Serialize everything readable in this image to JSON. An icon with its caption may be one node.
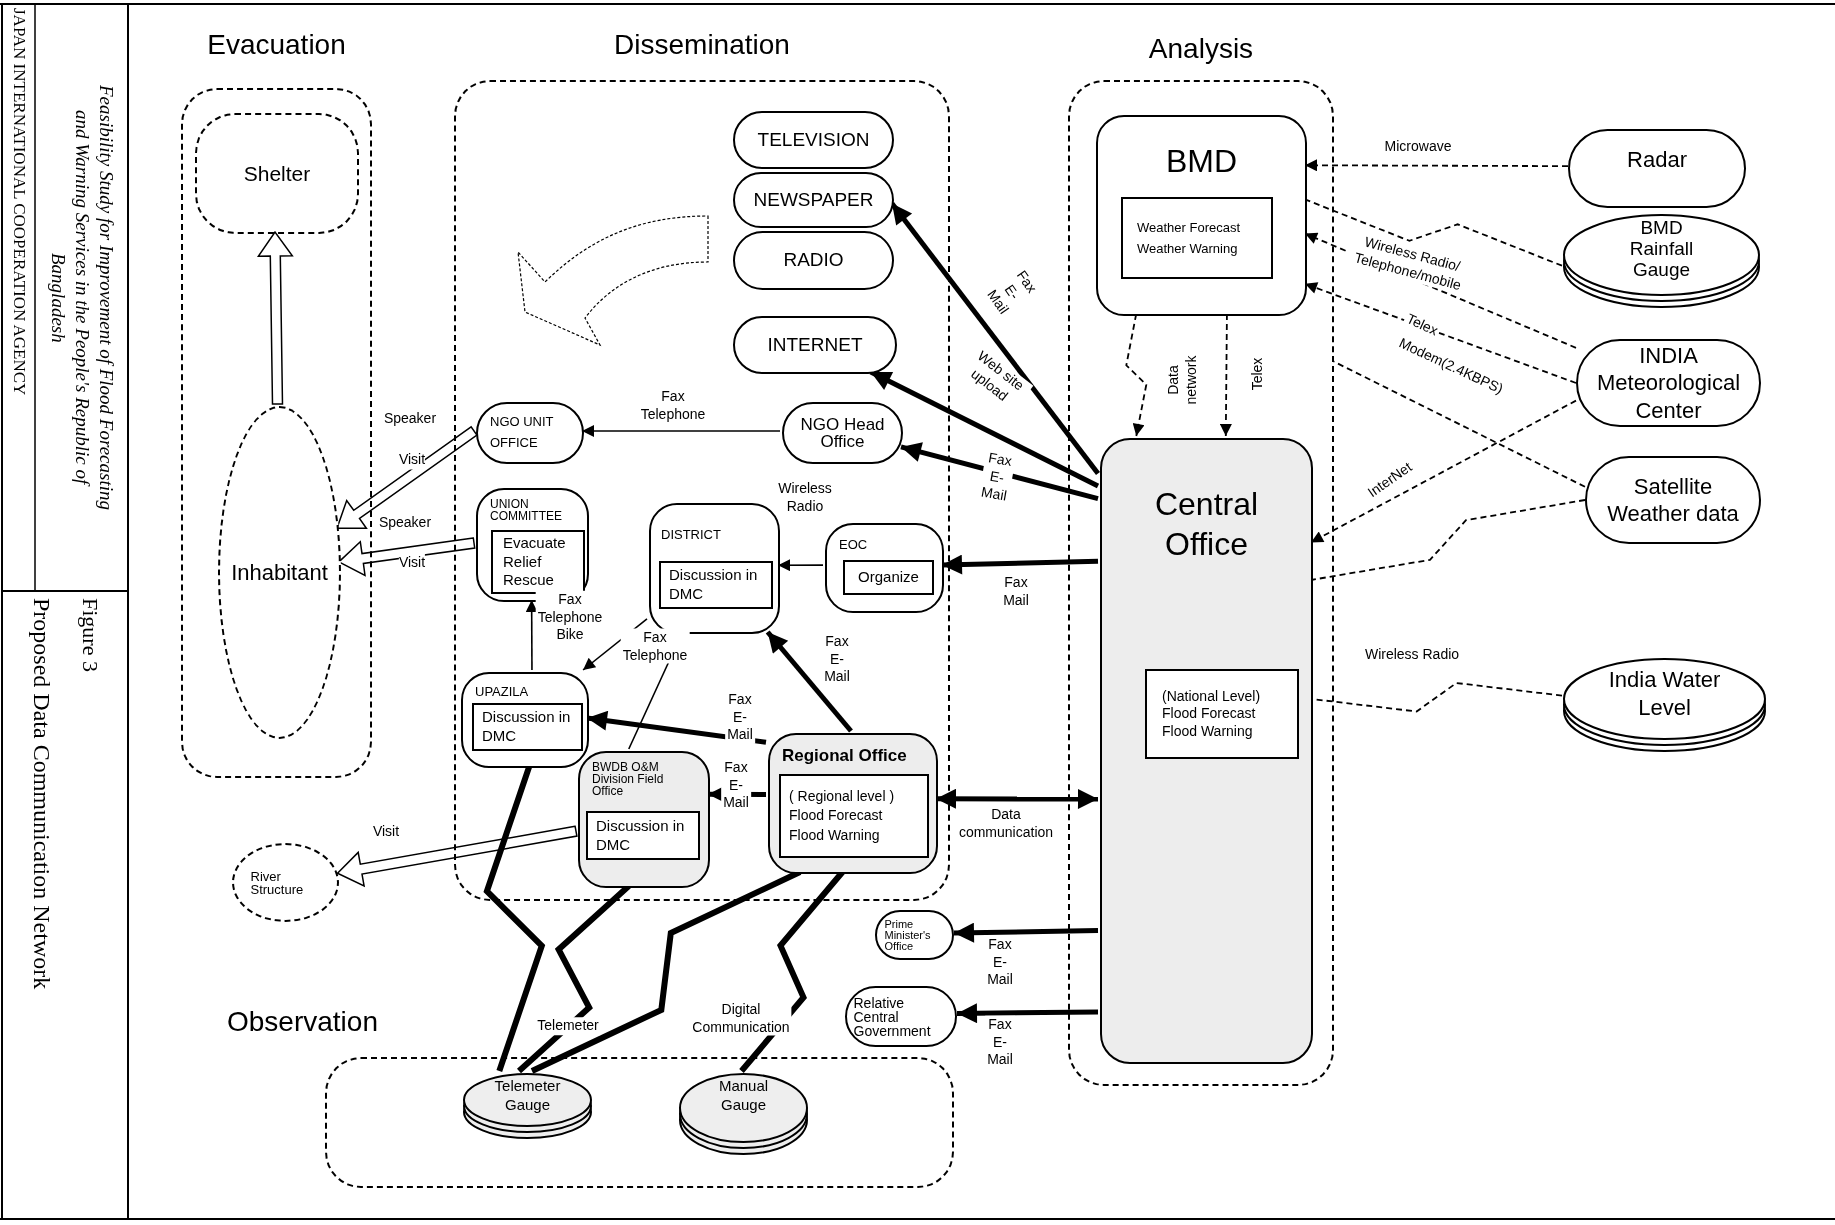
{
  "diagram": {
    "title": "Proposed Data Communication Network",
    "nodes": [
      {
        "text": [
          "Evacuation"
        ]
      },
      {
        "text": [
          "Shelter"
        ],
        "in": 0
      },
      {
        "text": [
          "Inhabitant"
        ],
        "in": 0
      },
      {
        "text": [
          "Dissemination"
        ]
      },
      {
        "text": [
          "TELEVISION"
        ],
        "in": 3
      },
      {
        "text": [
          "NEWSPAPER"
        ],
        "in": 3
      },
      {
        "text": [
          "RADIO"
        ],
        "in": 3
      },
      {
        "text": [
          "INTERNET"
        ],
        "in": 3
      },
      {
        "text": [
          "NGO UNIT OFFICE"
        ],
        "in": 3
      },
      {
        "text": [
          "NGO Head Office"
        ],
        "in": 3
      },
      {
        "text": [
          "UNION COMMITTEE"
        ],
        "in": 3
      },
      {
        "text": [
          "Evacuate Relief Rescue"
        ],
        "in": 10
      },
      {
        "text": [
          "DISTRICT"
        ],
        "in": 3
      },
      {
        "text": [
          "Discussion in DMC"
        ],
        "in": 12
      },
      {
        "text": [
          "EOC"
        ],
        "in": 3
      },
      {
        "text": [
          "Organize"
        ],
        "in": 14
      },
      {
        "text": [
          "UPAZILA"
        ],
        "in": 3
      },
      {
        "text": [
          "Discussion in DMC"
        ],
        "in": 16
      },
      {
        "text": [
          "BWDB O&M Division Field Office"
        ],
        "in": 3
      },
      {
        "text": [
          "Discussion in DMC"
        ],
        "in": 18
      },
      {
        "text": [
          "Regional Office"
        ],
        "in": 3
      },
      {
        "text": [
          "( Regional level ) Flood Forecast Flood Warning"
        ],
        "in": 20
      },
      {
        "text": [
          "Analysis"
        ]
      },
      {
        "text": [
          "BMD"
        ],
        "in": 22
      },
      {
        "text": [
          "Weather Forecast Weather Warning"
        ],
        "in": 23
      },
      {
        "text": [
          "Central Office"
        ],
        "in": 22
      },
      {
        "text": [
          "(National Level) Flood Forecast Flood Warning"
        ],
        "in": 25
      },
      {
        "text": [
          "Radar"
        ]
      },
      {
        "text": [
          "BMD Rainfall Gauge"
        ]
      },
      {
        "text": [
          "INDIA Meteorological Center"
        ]
      },
      {
        "text": [
          "Satellite Weather data"
        ]
      },
      {
        "text": [
          "India Water Level"
        ]
      },
      {
        "text": [
          "Prime Minister's Office"
        ]
      },
      {
        "text": [
          "Relative Central Government"
        ]
      },
      {
        "text": [
          "Observation"
        ]
      },
      {
        "text": [
          "Telemeter Gauge"
        ],
        "in": 34
      },
      {
        "text": [
          "Manual Gauge"
        ],
        "in": 34
      },
      {
        "text": [
          "River Structure"
        ]
      }
    ],
    "edges": [
      {
        "from": 2,
        "to": 1,
        "arrow": "to"
      },
      {
        "from": 8,
        "to": 2,
        "arrow": "to",
        "label": "Speaker"
      },
      {
        "from": 10,
        "to": 2,
        "arrow": "to",
        "label": "Speaker"
      },
      {
        "from": 18,
        "to": 37,
        "arrow": "to",
        "label": "Visit"
      },
      {
        "from": 9,
        "to": 8,
        "arrow": "to",
        "label": "Fax Telephone"
      },
      {
        "from": 25,
        "to": 5,
        "arrow": "to",
        "label": "Fax E-Mail",
        "style": "thick"
      },
      {
        "from": 25,
        "to": 7,
        "arrow": "to",
        "label": "Web site upload",
        "style": "thick"
      },
      {
        "from": 25,
        "to": 9,
        "arrow": "to",
        "label": "Fax E-Mail",
        "style": "thick"
      },
      {
        "from": 25,
        "to": 14,
        "arrow": "to",
        "label": "Fax Mail",
        "style": "thick"
      },
      {
        "from": 14,
        "to": 12,
        "arrow": "to",
        "label": "Wireless Radio"
      },
      {
        "from": 12,
        "to": 16,
        "arrow": "to",
        "label": "Fax Telephone"
      },
      {
        "from": 18,
        "to": 12,
        "arrow": "to"
      },
      {
        "from": 16,
        "to": 10,
        "arrow": "to",
        "label": "Fax Telephone Bike"
      },
      {
        "from": 20,
        "to": 12,
        "arrow": "to",
        "label": "Fax E-Mail",
        "style": "thick"
      },
      {
        "from": 20,
        "to": 16,
        "arrow": "to",
        "label": "Fax E-Mail",
        "style": "thick"
      },
      {
        "from": 20,
        "to": 18,
        "arrow": "to",
        "label": "Fax E-Mail",
        "style": "thick"
      },
      {
        "from": 20,
        "to": 25,
        "arrow": "both",
        "label": "Data communication",
        "style": "thick"
      },
      {
        "from": 25,
        "to": 32,
        "arrow": "to",
        "label": "Fax E-Mail",
        "style": "thick"
      },
      {
        "from": 25,
        "to": 33,
        "arrow": "to",
        "label": "Fax E-Mail",
        "style": "thick"
      },
      {
        "from": 23,
        "to": 25,
        "arrow": "to",
        "label": "Data network",
        "style": "dashed"
      },
      {
        "from": 23,
        "to": 25,
        "arrow": "to",
        "label": "Telex",
        "style": "dashed"
      },
      {
        "from": 27,
        "to": 23,
        "arrow": "to",
        "label": "Microwave",
        "style": "dashed"
      },
      {
        "from": 28,
        "to": 23,
        "arrow": "none",
        "label": "Wireless Radio/ Telephone/mobile",
        "style": "dashed"
      },
      {
        "from": 29,
        "to": 23,
        "arrow": "to",
        "style": "dashed"
      },
      {
        "from": 29,
        "to": 23,
        "arrow": "to",
        "label": "Telex",
        "style": "dashed"
      },
      {
        "from": 29,
        "to": 25,
        "arrow": "to",
        "label": "InterNet",
        "style": "dashed"
      },
      {
        "from": 30,
        "to": 25,
        "arrow": "none",
        "style": "dashed"
      },
      {
        "from": 30,
        "to": 22,
        "arrow": "none",
        "style": "dashed"
      },
      {
        "from": 31,
        "to": 25,
        "arrow": "none",
        "label": "Wireless Radio",
        "style": "dashed"
      },
      {
        "from": 35,
        "to": 16,
        "arrow": "none",
        "style": "thick"
      },
      {
        "from": 35,
        "to": 18,
        "arrow": "none",
        "label": "Telemeter",
        "style": "thick"
      },
      {
        "from": 35,
        "to": 20,
        "arrow": "none",
        "style": "thick"
      },
      {
        "from": 36,
        "to": 20,
        "arrow": "none",
        "label": "Digital Communication",
        "style": "thick"
      }
    ],
    "labels": [
      "Visit",
      "Visit",
      "Modem(2.4KBPS)",
      "JAPAN INTERNATIONAL COOPERATION AGENCY",
      "Feasibility Study for Improvement of Flood Forecasting and Warning Services in the People's Republic of Bangladesh",
      "Figure 3"
    ]
  }
}
